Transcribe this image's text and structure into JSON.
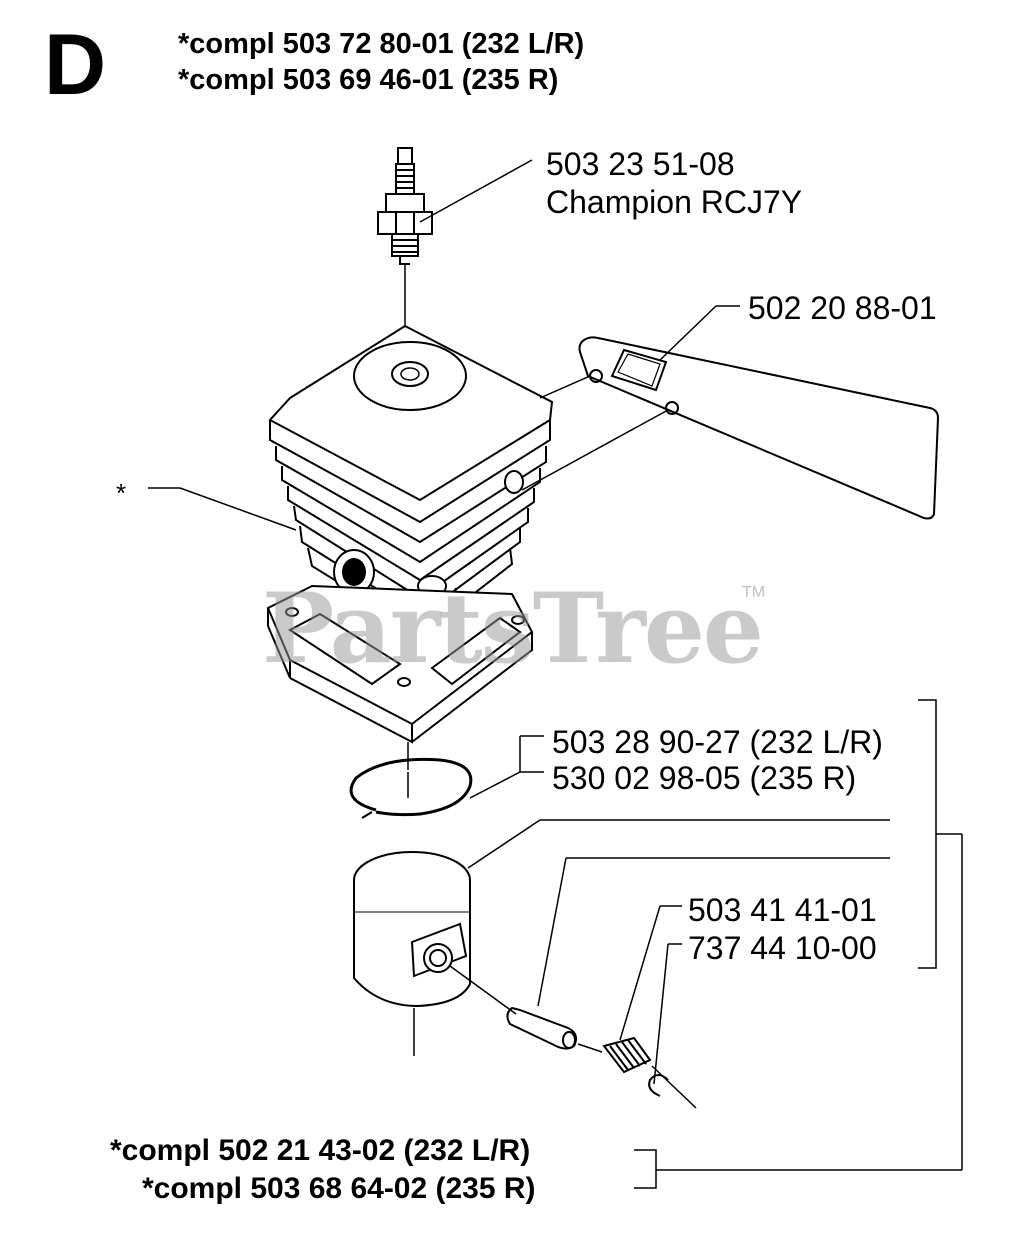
{
  "section_letter": "D",
  "header": {
    "line1": "*compl 503 72 80-01 (232 L/R)",
    "line2": "*compl 503 69 46-01 (235 R)"
  },
  "callouts": {
    "spark_plug_1": "503 23 51-08",
    "spark_plug_2": "Champion RCJ7Y",
    "gasket": "502 20 88-01",
    "cylinder": "*",
    "ring_1": "503 28 90-27 (232 L/R)",
    "ring_2": "530 02 98-05 (235 R)",
    "bearing": "503 41 41-01",
    "circlip": "737 44 10-00"
  },
  "footer": {
    "line1": "*compl 502 21 43-02 (232 L/R)",
    "line2": "*compl 503 68 64-02 (235 R)"
  },
  "watermark": {
    "text": "PartsTree",
    "tm": "TM"
  }
}
